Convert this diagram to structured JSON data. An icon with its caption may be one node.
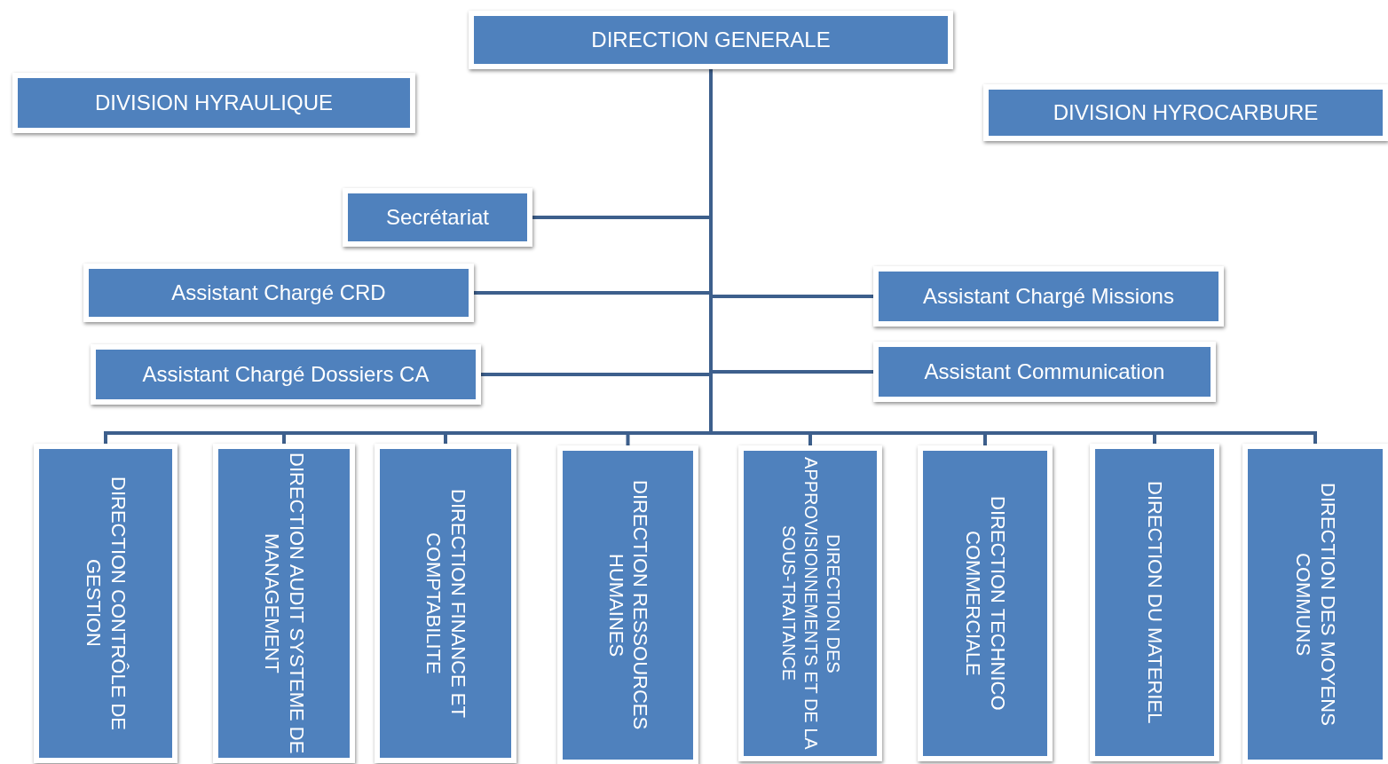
{
  "diagram": {
    "nodes": [
      {
        "text": [
          "DIRECTION GENERALE"
        ]
      },
      {
        "text": [
          "DIVISION HYRAULIQUE"
        ]
      },
      {
        "text": [
          "DIVISION HYROCARBURE"
        ]
      },
      {
        "text": [
          "Secrétariat"
        ]
      },
      {
        "text": [
          "Assistant Chargé CRD"
        ]
      },
      {
        "text": [
          "Assistant Chargé Missions"
        ]
      },
      {
        "text": [
          "Assistant Chargé Dossiers CA"
        ]
      },
      {
        "text": [
          "Assistant Communication"
        ]
      },
      {
        "text": [
          "DIRECTION CONTRÔLE DE GESTION"
        ]
      },
      {
        "text": [
          "DIRECTION AUDIT SYSTEME DE MANAGEMENT"
        ]
      },
      {
        "text": [
          "DIRECTION FINANCE ET COMPTABILITE"
        ]
      },
      {
        "text": [
          "DIRECTION RESSOURCES HUMAINES"
        ]
      },
      {
        "text": [
          "DIRECTION DES APPROVISIONNEMENTS ET DE LA SOUS-TRAITANCE"
        ]
      },
      {
        "text": [
          "DIRECTION TECHNICO COMMERCIALE"
        ]
      },
      {
        "text": [
          "DIRECTION DU MATERIEL"
        ]
      },
      {
        "text": [
          "DIRECTION DES MOYENS COMMUNS"
        ]
      }
    ],
    "edges": [
      {
        "from": 0,
        "to": 3,
        "arrow": "none"
      },
      {
        "from": 0,
        "to": 4,
        "arrow": "none"
      },
      {
        "from": 0,
        "to": 5,
        "arrow": "none"
      },
      {
        "from": 0,
        "to": 6,
        "arrow": "none"
      },
      {
        "from": 0,
        "to": 7,
        "arrow": "none"
      },
      {
        "from": 0,
        "to": 8,
        "arrow": "none"
      },
      {
        "from": 0,
        "to": 9,
        "arrow": "none"
      },
      {
        "from": 0,
        "to": 10,
        "arrow": "none"
      },
      {
        "from": 0,
        "to": 11,
        "arrow": "none"
      },
      {
        "from": 0,
        "to": 12,
        "arrow": "none"
      },
      {
        "from": 0,
        "to": 13,
        "arrow": "none"
      },
      {
        "from": 0,
        "to": 14,
        "arrow": "none"
      },
      {
        "from": 0,
        "to": 15,
        "arrow": "none"
      }
    ]
  }
}
